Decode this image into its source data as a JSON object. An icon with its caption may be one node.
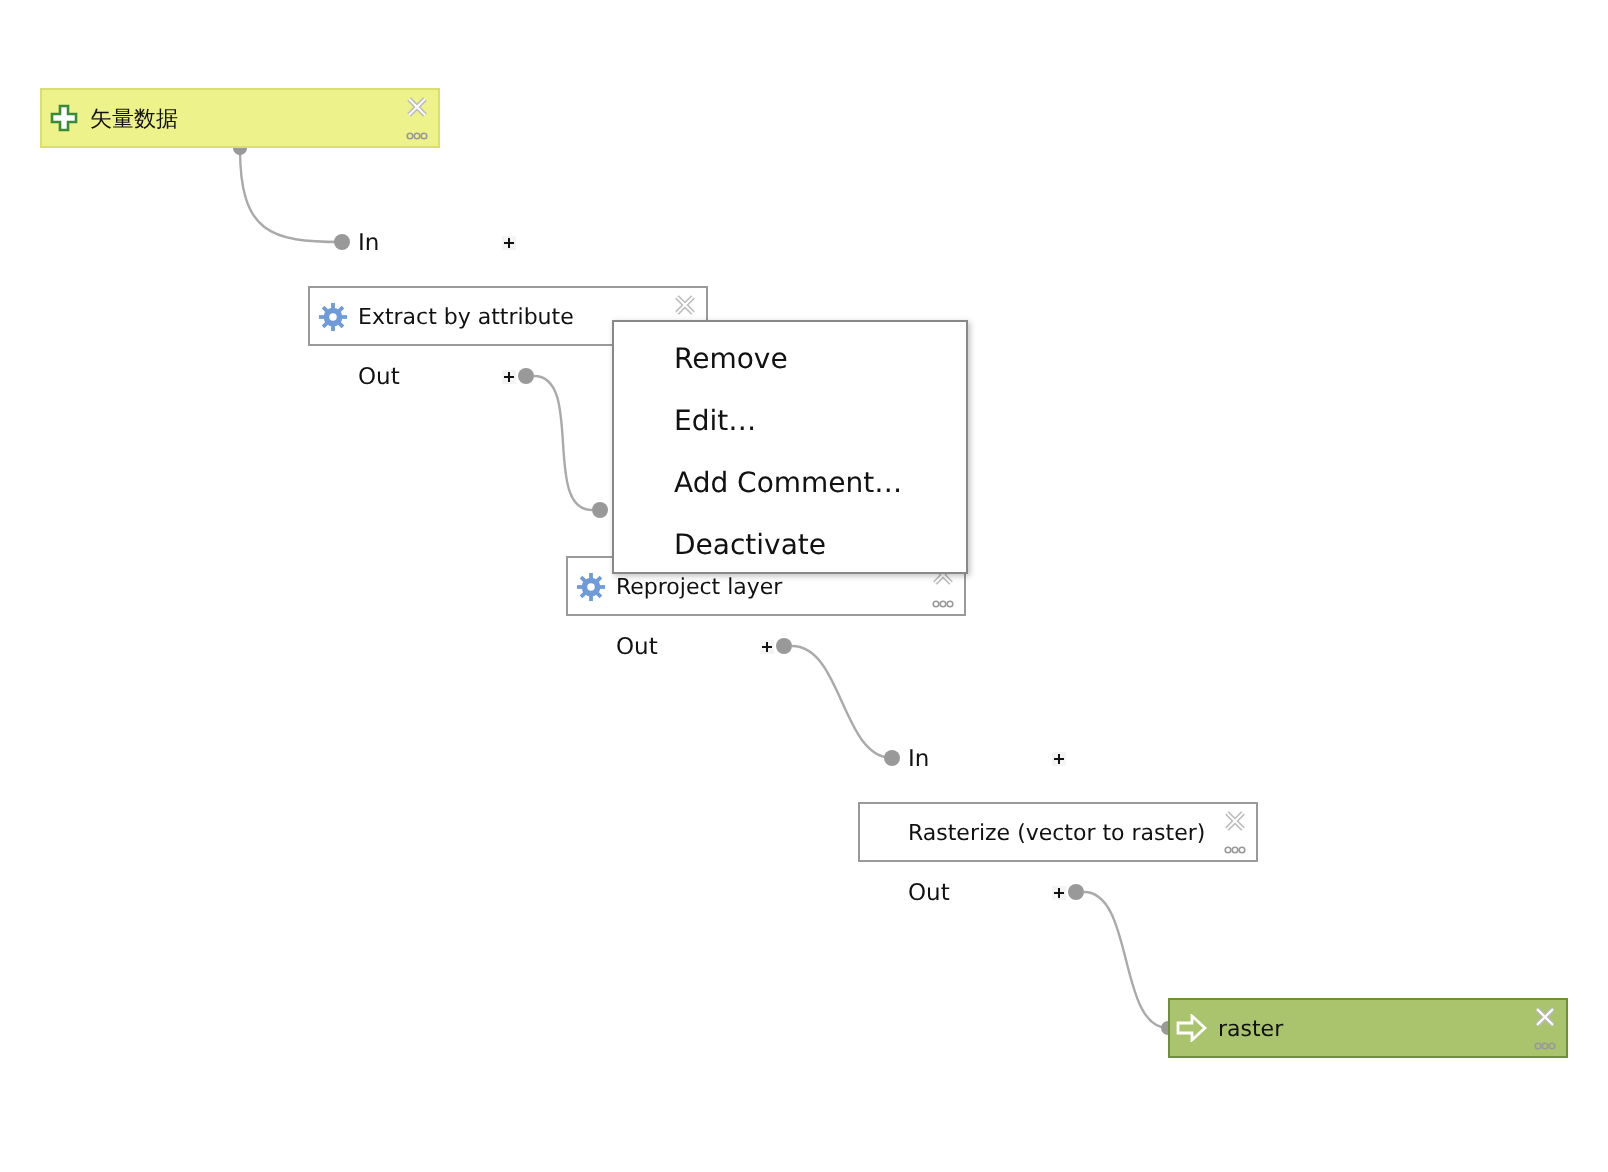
{
  "diagram": {
    "nodes": [
      {
        "text": [
          "矢量数据"
        ]
      },
      {
        "text": [
          "In"
        ]
      },
      {
        "text": [
          "Extract by attribute"
        ]
      },
      {
        "text": [],
        "shape": "circle"
      },
      {
        "text": [],
        "shape": "circle"
      },
      {
        "text": [
          "Reproject layer"
        ]
      },
      {
        "text": [],
        "shape": "circle"
      },
      {
        "text": [
          "In"
        ]
      },
      {
        "text": [
          "Rasterize (vector to raster)"
        ]
      },
      {
        "text": [],
        "shape": "circle"
      },
      {
        "text": [
          "raster"
        ]
      },
      {
        "text": [
          "Remove",
          "Edit…",
          "Add Comment…",
          "Deactivate"
        ]
      }
    ],
    "edges": [
      {
        "from": 0,
        "to": 1,
        "arrow": "other"
      },
      {
        "from": 3,
        "to": 4,
        "arrow": "none"
      },
      {
        "from": 6,
        "to": 7,
        "arrow": "other"
      },
      {
        "from": 9,
        "to": 10,
        "arrow": "other"
      }
    ],
    "labels": [
      "Out",
      "Out",
      "Out"
    ]
  }
}
